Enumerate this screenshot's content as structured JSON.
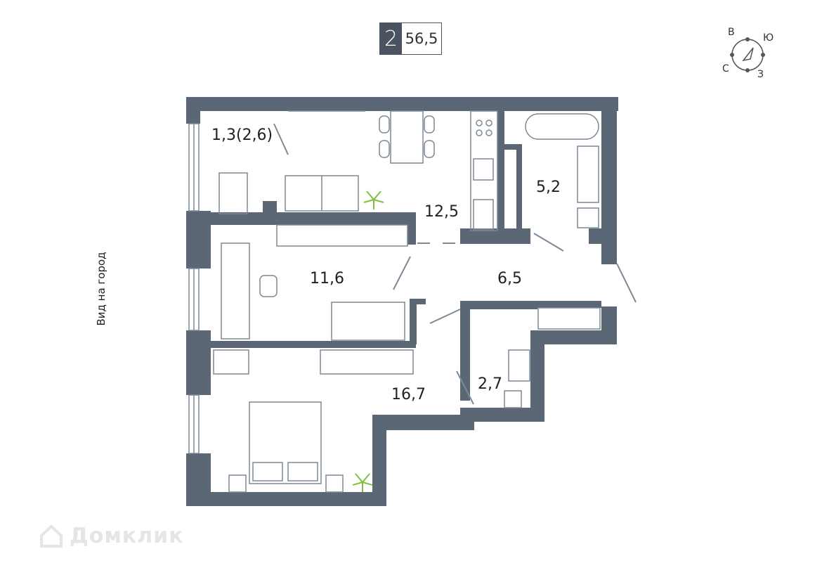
{
  "unit": {
    "rooms": "2",
    "area": "56,5"
  },
  "compass": {
    "north": "В",
    "east": "Ю",
    "south": "З",
    "west": "С"
  },
  "rooms": {
    "balcony": "1,3(2,6)",
    "kitchen": "12,5",
    "bathroom": "5,2",
    "study": "11,6",
    "hall": "6,5",
    "toilet": "2,7",
    "bedroom": "16,7"
  },
  "view_label": "Вид на город",
  "watermark": "Домклик",
  "colors": {
    "wall": "#5b6774",
    "line": "#7d8995",
    "badge": "#4a535f",
    "plant": "#7ec13f"
  }
}
